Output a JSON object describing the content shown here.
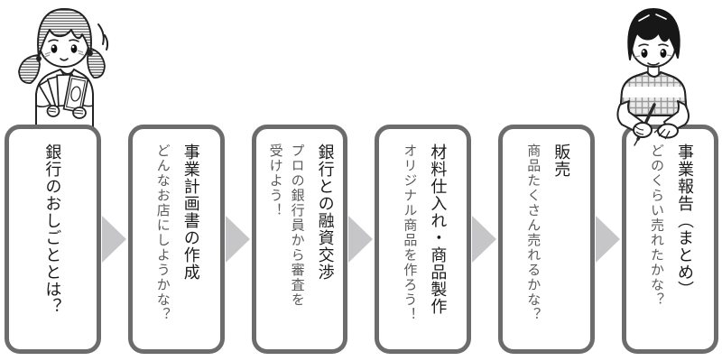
{
  "flow": {
    "steps": [
      {
        "title": "銀行のおしごととは？",
        "subtitle": ""
      },
      {
        "title": "事業計画書の作成",
        "subtitle": "どんなお店にしようかな？"
      },
      {
        "title": "銀行との融資交渉",
        "subtitle": "プロの銀行員から審査を\n受けよう！"
      },
      {
        "title": "材料仕入れ・商品製作",
        "subtitle": "オリジナル商品を作ろう！"
      },
      {
        "title": "販売",
        "subtitle": "商品たくさん売れるかな？"
      },
      {
        "title": "事業報告（まとめ）",
        "subtitle": "どのくらい売れたかな？"
      }
    ]
  },
  "icons": {
    "flow_arrow": "arrow-right-icon",
    "girl_illustration": "girl-with-banknotes-illustration",
    "boy_illustration": "boy-writing-illustration"
  },
  "colors": {
    "background": "#ffffff",
    "box_border": "#6c6c6c",
    "arrow_fill": "#c6c6c9",
    "title_text": "#1a1a1a",
    "subtitle_text": "#5a5a5a"
  }
}
